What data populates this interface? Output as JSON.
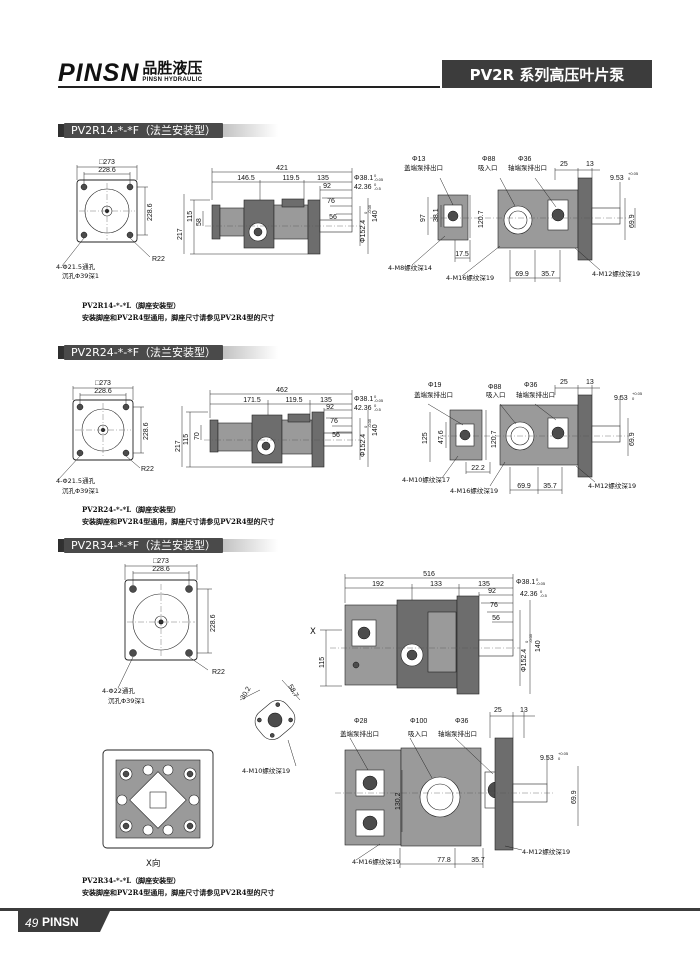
{
  "header": {
    "logo_text": "PINSN",
    "logo_cn": "品胜液压",
    "logo_en": "PINSN HYDRAULIC",
    "page_title": "PV2R 系列高压叶片泵"
  },
  "footer": {
    "page_number": "49",
    "brand": "PINSN"
  },
  "sections": [
    {
      "heading": "PV2R14-*-*F（法兰安装型）",
      "note_line1": "PV2R14-*-*L（脚座安装型）",
      "note_line2": "安装脚座和PV2R4型通用，脚座尺寸请参见PV2R4型的尺寸",
      "front": {
        "d1": "□273",
        "d2": "228.6",
        "d3": "228.6",
        "r": "R22",
        "holes": "4-Φ21.5通孔",
        "cbore": "沉孔Φ39深1"
      },
      "side": {
        "overall": "421",
        "a": "146.5",
        "b": "119.5",
        "c": "135",
        "d": "92",
        "e": "76",
        "f": "56",
        "g": "Φ38.1",
        "g_tol_u": "0",
        "g_tol_l": "-0.05",
        "h": "42.36",
        "h_tol_u": "0",
        "h_tol_l": "-0.5",
        "i": "Φ152.4",
        "i_tol_u": "0",
        "i_tol_l": "-0.05",
        "j": "140",
        "k": "217",
        "l": "115",
        "m": "58"
      },
      "end": {
        "port1": "Φ13",
        "port1_label": "盖端泵排出口",
        "port2": "Φ88",
        "port2_label": "吸入口",
        "port3": "Φ36",
        "port3_label": "轴端泵排出口",
        "a": "25",
        "b": "13",
        "key": "9.53",
        "key_tol_u": "+0.05",
        "key_tol_l": "0",
        "h1": "97",
        "h2": "38.1",
        "h3": "120.7",
        "h4": "69.9",
        "b1": "17.5",
        "b2": "69.9",
        "b3": "35.7",
        "thread1": "4-M8螺纹深14",
        "thread2": "4-M16螺纹深19",
        "thread3": "4-M12螺纹深19"
      }
    },
    {
      "heading": "PV2R24-*-*F（法兰安装型）",
      "note_line1": "PV2R24-*-*L（脚座安装型）",
      "note_line2": "安装脚座和PV2R4型通用，脚座尺寸请参见PV2R4型的尺寸",
      "front": {
        "d1": "□273",
        "d2": "228.6",
        "d3": "228.6",
        "r": "R22",
        "holes": "4-Φ21.5通孔",
        "cbore": "沉孔Φ39深1"
      },
      "side": {
        "overall": "462",
        "a": "171.5",
        "b": "119.5",
        "c": "135",
        "d": "92",
        "e": "76",
        "f": "56",
        "g": "Φ38.1",
        "g_tol_u": "0",
        "g_tol_l": "-0.05",
        "h": "42.36",
        "h_tol_u": "0",
        "h_tol_l": "-0.5",
        "i": "Φ152.4",
        "i_tol_u": "0",
        "i_tol_l": "-0.05",
        "j": "140",
        "k": "217",
        "l": "115",
        "m": "70"
      },
      "end": {
        "port1": "Φ19",
        "port1_label": "盖端泵排出口",
        "port2": "Φ88",
        "port2_label": "吸入口",
        "port3": "Φ36",
        "port3_label": "轴端泵排出口",
        "a": "25",
        "b": "13",
        "key": "9.53",
        "key_tol_u": "+0.05",
        "key_tol_l": "0",
        "h1": "125",
        "h2": "47.6",
        "h3": "120.7",
        "h4": "69.9",
        "b1": "22.2",
        "b2": "69.9",
        "b3": "35.7",
        "thread1": "4-M10螺纹深17",
        "thread2": "4-M16螺纹深19",
        "thread3": "4-M12螺纹深19"
      }
    },
    {
      "heading": "PV2R34-*-*F（法兰安装型）",
      "note_line1": "PV2R34-*-*L（脚座安装型）",
      "note_line2": "安装脚座和PV2R4型通用，脚座尺寸请参见PV2R4型的尺寸",
      "front": {
        "d1": "□273",
        "d2": "228.6",
        "d3": "228.6",
        "r": "R22",
        "holes": "4-Φ22通孔",
        "cbore": "沉孔Φ39深1"
      },
      "flange": {
        "d1": "30.2",
        "d2": "58.7",
        "thread": "4-M10螺纹深19"
      },
      "xview_label": "X向",
      "side": {
        "overall": "516",
        "a": "192",
        "b": "133",
        "c": "135",
        "d": "92",
        "e": "76",
        "f": "56",
        "g": "Φ38.1",
        "g_tol_u": "0",
        "g_tol_l": "-0.05",
        "h": "42.36",
        "h_tol_u": "0",
        "h_tol_l": "-0.5",
        "i": "Φ152.4",
        "i_tol_u": "0",
        "i_tol_l": "-0.05",
        "j": "140",
        "l": "115",
        "x": "X"
      },
      "end": {
        "port1": "Φ28",
        "port1_label": "盖端泵排出口",
        "port2": "Φ100",
        "port2_label": "吸入口",
        "port3": "Φ36",
        "port3_label": "轴端泵排出口",
        "a": "25",
        "b": "13",
        "key": "9.53",
        "key_tol_u": "+0.05",
        "key_tol_l": "0",
        "h1": "130.2",
        "h2": "69.9",
        "b1": "77.8",
        "b2": "35.7",
        "thread1": "4-M16螺纹深19",
        "thread2": "4-M12螺纹深19"
      }
    }
  ]
}
